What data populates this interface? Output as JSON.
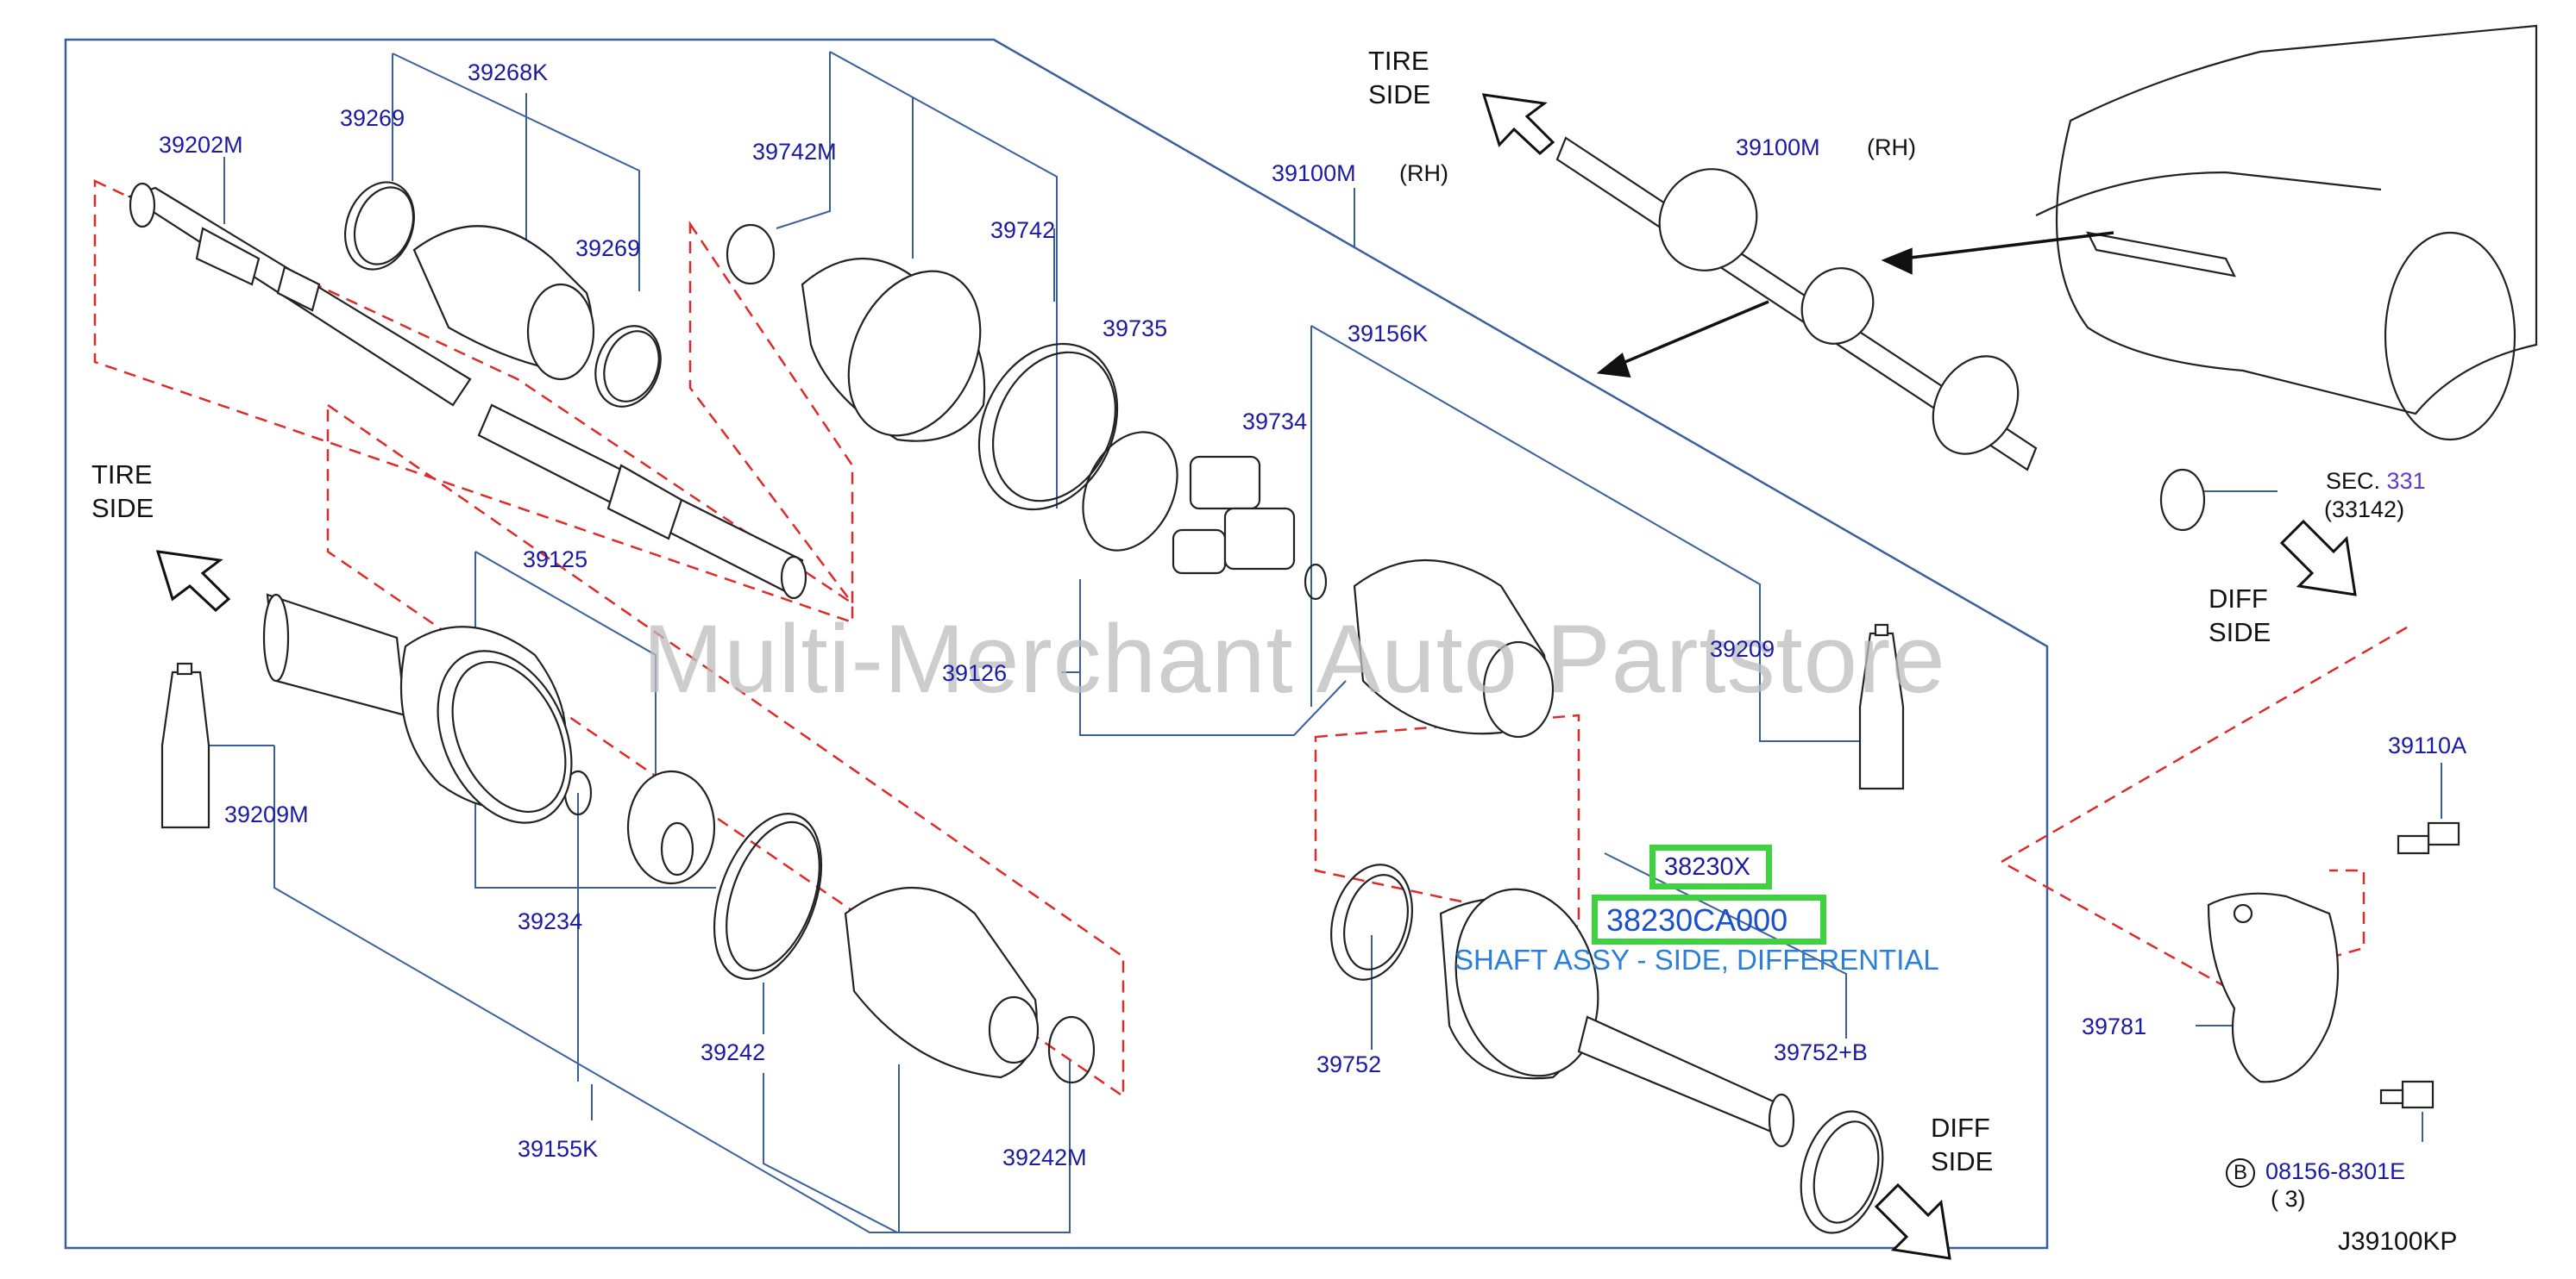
{
  "diagram": {
    "watermark": "Multi-Merchant Auto Partstore",
    "direction_labels": {
      "tire_side_top_line1": "TIRE",
      "tire_side_top_line2": "SIDE",
      "tire_side_left_line1": "TIRE",
      "tire_side_left_line2": "SIDE",
      "diff_side_right_line1": "DIFF",
      "diff_side_right_line2": "SIDE",
      "diff_side_bottom_line1": "DIFF",
      "diff_side_bottom_line2": "SIDE"
    },
    "parts": {
      "p39202M": "39202M",
      "p39269a": "39269",
      "p39268K": "39268K",
      "p39269b": "39269",
      "p39742M": "39742M",
      "p39742": "39742",
      "p39735": "39735",
      "p39734": "39734",
      "p39156K": "39156K",
      "p39100M_main": "39100M",
      "p39100M_car": "39100M",
      "p39125": "39125",
      "p39126": "39126",
      "p39209": "39209",
      "p39209M": "39209M",
      "p39234": "39234",
      "p39242": "39242",
      "p39155K": "39155K",
      "p39242M": "39242M",
      "p39752": "39752",
      "p39752B": "39752+B",
      "p39110A": "39110A",
      "p39781": "39781",
      "p08156": "08156-8301E"
    },
    "rh_main": "(RH)",
    "rh_car": "(RH)",
    "sec_label": "SEC.",
    "sec_number": "331",
    "sec_part": "(33142)",
    "qty": "( 3)",
    "bolt_marker": "B",
    "diagram_code": "J39100KP",
    "highlight_small": "38230X",
    "highlight_large": "38230CA000",
    "highlight_desc": "SHAFT ASSY - SIDE, DIFFERENTIAL",
    "colors": {
      "label_blue": "#1a1aa6",
      "box_blue": "#3a5f9e",
      "dash_red": "#e02a2a",
      "highlight_green": "#3fd13f",
      "desc_blue": "#2b7fd6"
    }
  }
}
